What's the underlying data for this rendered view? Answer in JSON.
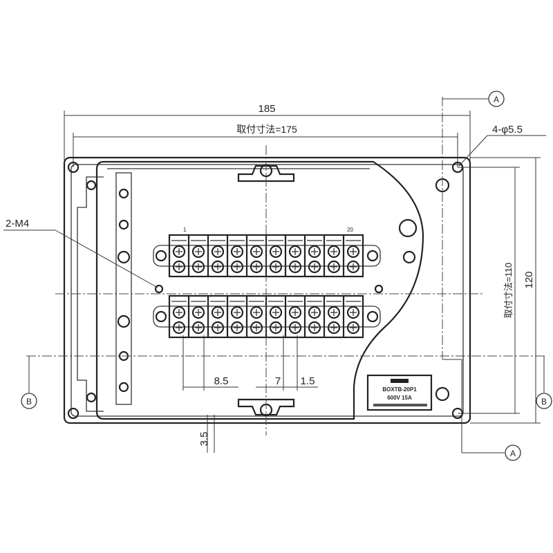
{
  "dimensions": {
    "overall_width": "185",
    "mounting_width": "取付寸法=175",
    "mounting_height": "取付寸法=110",
    "overall_height": "120",
    "hole_spec": "4-φ5.5",
    "screw_spec": "2-M4",
    "pitch": "8.5",
    "gap_a": "7",
    "gap_b": "1.5",
    "wall": "3.5"
  },
  "section_markers": {
    "a_top": "A",
    "a_bottom": "A",
    "b_left": "B",
    "b_right": "B"
  },
  "terminal_block": {
    "columns": 10,
    "first_label": "1",
    "last_label": "20"
  },
  "nameplate": {
    "model": "BOXTB-20P1",
    "rating": "600V 15A"
  }
}
